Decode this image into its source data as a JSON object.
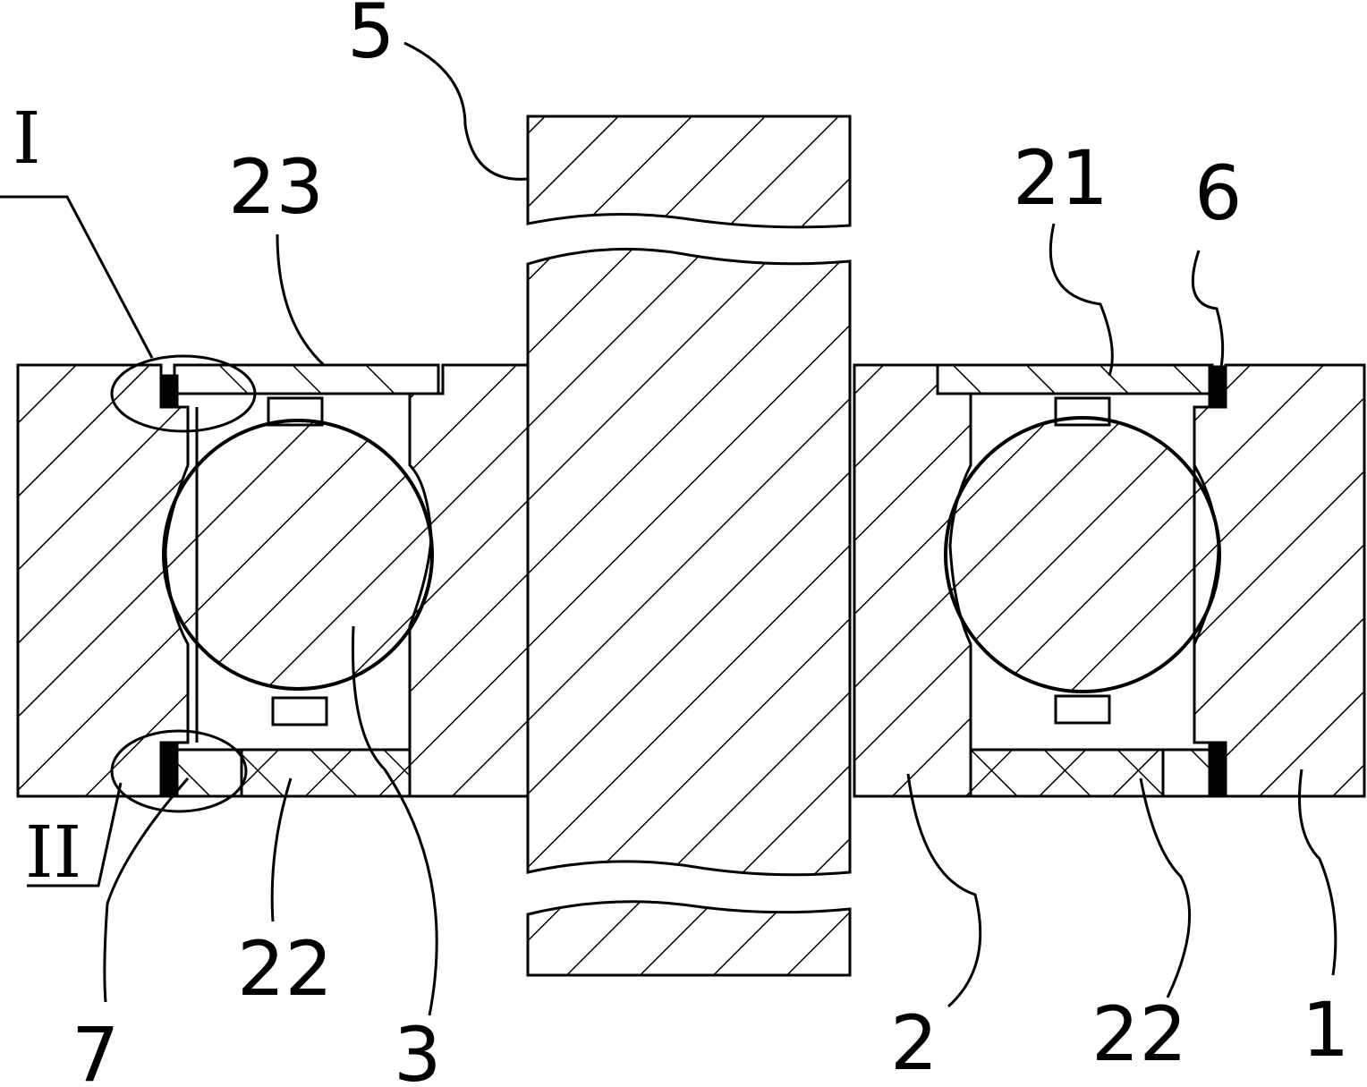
{
  "figure": {
    "labels": {
      "shaft": "5",
      "detail_I": "I",
      "detail_II": "II",
      "seal_left_top": "23",
      "seal_right_top": "21",
      "part_6": "6",
      "part_7": "7",
      "seal_bottom_left": "22",
      "seal_bottom_right": "22",
      "ball": "3",
      "inner_ring": "2",
      "outer_ring": "1"
    },
    "colors": {
      "line": "#000000",
      "background": "#ffffff"
    }
  }
}
